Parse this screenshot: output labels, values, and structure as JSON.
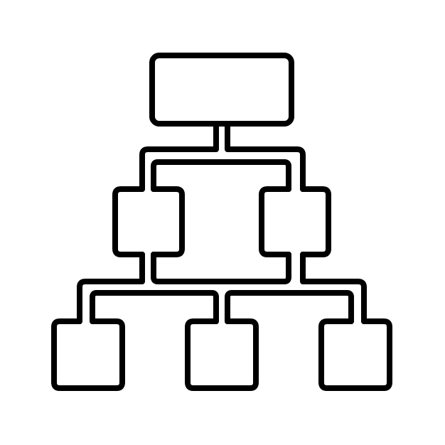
{
  "icon": {
    "name": "hierarchy-org-chart-icon",
    "style": "outline",
    "stroke_color": "#000000",
    "background_color": "#ffffff",
    "levels": [
      {
        "level": 1,
        "node_count": 1
      },
      {
        "level": 2,
        "node_count": 2
      },
      {
        "level": 3,
        "node_count": 3
      }
    ]
  }
}
